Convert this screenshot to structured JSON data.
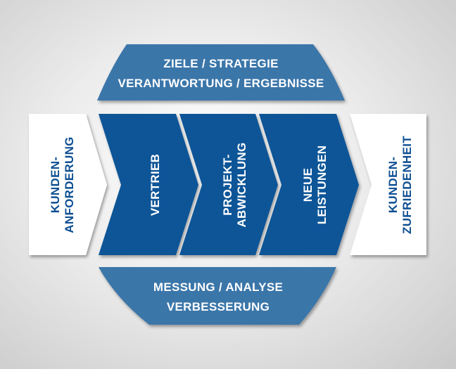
{
  "colors": {
    "chevron": "#0d5597",
    "banner": "#3b76a9",
    "white_box": "#ffffff",
    "text_dark": "#0e4f92"
  },
  "top_banner": {
    "line1": "ZIELE / STRATEGIE",
    "line2": "VERANTWORTUNG / ERGEBNISSE"
  },
  "bottom_banner": {
    "line1": "MESSUNG / ANALYSE",
    "line2": "VERBESSERUNG"
  },
  "input": {
    "line1": "KUNDEN-",
    "line2": "ANFORDERUNG"
  },
  "steps": [
    {
      "line1": "VERTRIEB"
    },
    {
      "line1": "PROJEKT-",
      "line2": "ABWICKLUNG"
    },
    {
      "line1": "NEUE",
      "line2": "LEISTUNGEN"
    }
  ],
  "output": {
    "line1": "KUNDEN-",
    "line2": "ZUFRIEDENHEIT"
  }
}
